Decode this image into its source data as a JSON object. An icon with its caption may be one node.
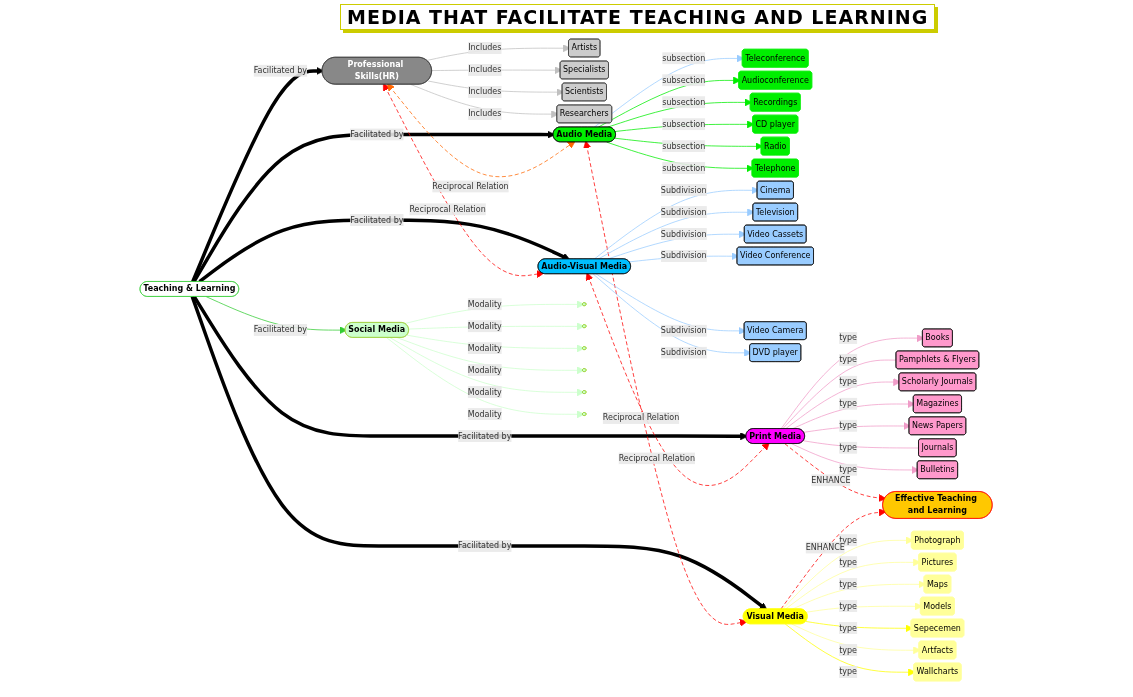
{
  "diagram": {
    "title": "MEDIA THAT FACILITATE TEACHING AND LEARNING",
    "nodes": [
      {
        "text": [
          "Teaching & Learning"
        ]
      },
      {
        "text": [
          "Professional Skills(HR)"
        ]
      },
      {
        "text": [
          "Artists"
        ]
      },
      {
        "text": [
          "Specialists"
        ]
      },
      {
        "text": [
          "Scientists"
        ]
      },
      {
        "text": [
          "Researchers"
        ]
      },
      {
        "text": [
          "Audio Media"
        ]
      },
      {
        "text": [
          "Teleconference"
        ]
      },
      {
        "text": [
          "Audioconference"
        ]
      },
      {
        "text": [
          "Recordings"
        ]
      },
      {
        "text": [
          "CD player"
        ]
      },
      {
        "text": [
          "Radio"
        ]
      },
      {
        "text": [
          "Telephone"
        ]
      },
      {
        "text": [
          "Audio-Visual Media"
        ]
      },
      {
        "text": [
          "Cinema"
        ]
      },
      {
        "text": [
          "Television"
        ]
      },
      {
        "text": [
          "Video Cassets"
        ]
      },
      {
        "text": [
          "Video Conference"
        ]
      },
      {
        "text": [
          "Video Camera"
        ]
      },
      {
        "text": [
          "DVD player"
        ]
      },
      {
        "text": [
          "Print Media"
        ]
      },
      {
        "text": [
          "Books"
        ]
      },
      {
        "text": [
          "Pamphlets & Flyers"
        ]
      },
      {
        "text": [
          "Scholarly Journals"
        ]
      },
      {
        "text": [
          "Magazines"
        ]
      },
      {
        "text": [
          "News Papers"
        ]
      },
      {
        "text": [
          "Journals"
        ]
      },
      {
        "text": [
          "Bulletins"
        ]
      },
      {
        "text": [
          "Visual Media"
        ]
      },
      {
        "text": [
          "Photograph"
        ]
      },
      {
        "text": [
          "Pictures"
        ]
      },
      {
        "text": [
          "Maps"
        ]
      },
      {
        "text": [
          "Models"
        ]
      },
      {
        "text": [
          "Sepecemen"
        ]
      },
      {
        "text": [
          "Artfacts"
        ]
      },
      {
        "text": [
          "Wallcharts"
        ]
      },
      {
        "text": [
          "Effective Teaching and Learning"
        ]
      },
      {
        "text": [
          "Social Media"
        ]
      },
      {
        "text": [],
        "shape": "ellipse"
      },
      {
        "text": [],
        "shape": "ellipse"
      },
      {
        "text": [],
        "shape": "ellipse"
      },
      {
        "text": [],
        "shape": "ellipse"
      },
      {
        "text": [],
        "shape": "ellipse"
      },
      {
        "text": [],
        "shape": "ellipse"
      }
    ],
    "edges": [
      {
        "from": 0,
        "to": 1,
        "arrow": "to",
        "label": "Facilitated by",
        "style": "thick",
        "color": "#000000"
      },
      {
        "from": 0,
        "to": 13,
        "arrow": "to",
        "label": "Facilitated by",
        "style": "thick",
        "color": "#000000"
      },
      {
        "from": 0,
        "to": 6,
        "arrow": "to",
        "label": "Facilitated by",
        "style": "thick",
        "color": "#000000"
      },
      {
        "from": 0,
        "to": 20,
        "arrow": "to",
        "label": "Facilitated by",
        "style": "thick",
        "color": "#000000"
      },
      {
        "from": 0,
        "to": 28,
        "arrow": "to",
        "label": "Facilitated by",
        "style": "thick",
        "color": "#000000"
      },
      {
        "from": 0,
        "to": 37,
        "arrow": "to",
        "label": "Facilitated by",
        "color": "#33cc33"
      },
      {
        "from": 1,
        "to": 2,
        "arrow": "to",
        "label": "Includes",
        "color": "#c0c0c0"
      },
      {
        "from": 1,
        "to": 3,
        "arrow": "to",
        "label": "Includes",
        "color": "#c0c0c0"
      },
      {
        "from": 1,
        "to": 4,
        "arrow": "to",
        "label": "Includes",
        "color": "#c0c0c0"
      },
      {
        "from": 1,
        "to": 5,
        "arrow": "to",
        "label": "Includes",
        "color": "#c0c0c0"
      },
      {
        "from": 1,
        "to": 13,
        "arrow": "both",
        "label": "Reciprocal Relation",
        "style": "dashed",
        "color": "#ff0000"
      },
      {
        "from": 1,
        "to": 6,
        "arrow": "both",
        "label": "Reciprocal Relation",
        "style": "dashed",
        "color": "#ff6600"
      },
      {
        "from": 6,
        "to": 7,
        "arrow": "to",
        "label": "subsection",
        "color": "#99ccff"
      },
      {
        "from": 6,
        "to": 8,
        "arrow": "to",
        "label": "subsection",
        "color": "#00ee00"
      },
      {
        "from": 6,
        "to": 9,
        "arrow": "to",
        "label": "subsection",
        "color": "#00ee00"
      },
      {
        "from": 6,
        "to": 10,
        "arrow": "to",
        "label": "subsection",
        "color": "#00ee00"
      },
      {
        "from": 6,
        "to": 11,
        "arrow": "to",
        "label": "subsection",
        "color": "#00ee00"
      },
      {
        "from": 6,
        "to": 12,
        "arrow": "to",
        "label": "subsection",
        "color": "#00ee00"
      },
      {
        "from": 6,
        "to": 28,
        "arrow": "both",
        "label": "Reciprocal Relation",
        "style": "dashed",
        "color": "#ff0000"
      },
      {
        "from": 13,
        "to": 14,
        "arrow": "to",
        "label": "Subdivision",
        "color": "#99ccff"
      },
      {
        "from": 13,
        "to": 15,
        "arrow": "to",
        "label": "Subdivision",
        "color": "#99ccff"
      },
      {
        "from": 13,
        "to": 16,
        "arrow": "to",
        "label": "Subdivision",
        "color": "#99ccff"
      },
      {
        "from": 13,
        "to": 17,
        "arrow": "to",
        "label": "Subdivision",
        "color": "#99ccff"
      },
      {
        "from": 13,
        "to": 18,
        "arrow": "to",
        "label": "Subdivision",
        "color": "#99ccff"
      },
      {
        "from": 13,
        "to": 19,
        "arrow": "to",
        "label": "Subdivision",
        "color": "#99ccff"
      },
      {
        "from": 13,
        "to": 20,
        "arrow": "both",
        "label": "Reciprocal Relation",
        "style": "dashed",
        "color": "#ff0000"
      },
      {
        "from": 20,
        "to": 21,
        "arrow": "to",
        "label": "type",
        "color": "#f09cc8"
      },
      {
        "from": 20,
        "to": 22,
        "arrow": "none",
        "label": "type",
        "color": "#f09cc8"
      },
      {
        "from": 20,
        "to": 23,
        "arrow": "to",
        "label": "type",
        "color": "#f09cc8"
      },
      {
        "from": 20,
        "to": 24,
        "arrow": "to",
        "label": "type",
        "color": "#f09cc8"
      },
      {
        "from": 20,
        "to": 25,
        "arrow": "to",
        "label": "type",
        "color": "#f09cc8"
      },
      {
        "from": 20,
        "to": 26,
        "arrow": "none",
        "label": "type",
        "color": "#f09cc8"
      },
      {
        "from": 20,
        "to": 27,
        "arrow": "to",
        "label": "type",
        "color": "#f09cc8"
      },
      {
        "from": 20,
        "to": 36,
        "arrow": "to",
        "label": "ENHANCE",
        "style": "dashed",
        "color": "#ff0000"
      },
      {
        "from": 28,
        "to": 29,
        "arrow": "to",
        "label": "type",
        "color": "#ffff99"
      },
      {
        "from": 28,
        "to": 30,
        "arrow": "to",
        "label": "type",
        "color": "#ffff99"
      },
      {
        "from": 28,
        "to": 31,
        "arrow": "to",
        "label": "type",
        "color": "#ffff99"
      },
      {
        "from": 28,
        "to": 32,
        "arrow": "to",
        "label": "type",
        "color": "#ffff99"
      },
      {
        "from": 28,
        "to": 33,
        "arrow": "to",
        "label": "type",
        "color": "#ffff00"
      },
      {
        "from": 28,
        "to": 34,
        "arrow": "to",
        "label": "type",
        "color": "#ffff99"
      },
      {
        "from": 28,
        "to": 35,
        "arrow": "to",
        "label": "type",
        "color": "#ffff00"
      },
      {
        "from": 28,
        "to": 36,
        "arrow": "to",
        "label": "ENHANCE",
        "style": "dashed",
        "color": "#ff0000"
      },
      {
        "from": 37,
        "to": 38,
        "arrow": "to",
        "label": "Modality",
        "color": "#ccffcc"
      },
      {
        "from": 37,
        "to": 39,
        "arrow": "to",
        "label": "Modality",
        "color": "#ccffcc"
      },
      {
        "from": 37,
        "to": 40,
        "arrow": "to",
        "label": "Modality",
        "color": "#ccffcc"
      },
      {
        "from": 37,
        "to": 41,
        "arrow": "to",
        "label": "Modality",
        "color": "#ccffcc"
      },
      {
        "from": 37,
        "to": 42,
        "arrow": "to",
        "label": "Modality",
        "color": "#ccffcc"
      },
      {
        "from": 37,
        "to": 43,
        "arrow": "to",
        "label": "Modality",
        "color": "#ccffcc"
      }
    ]
  }
}
